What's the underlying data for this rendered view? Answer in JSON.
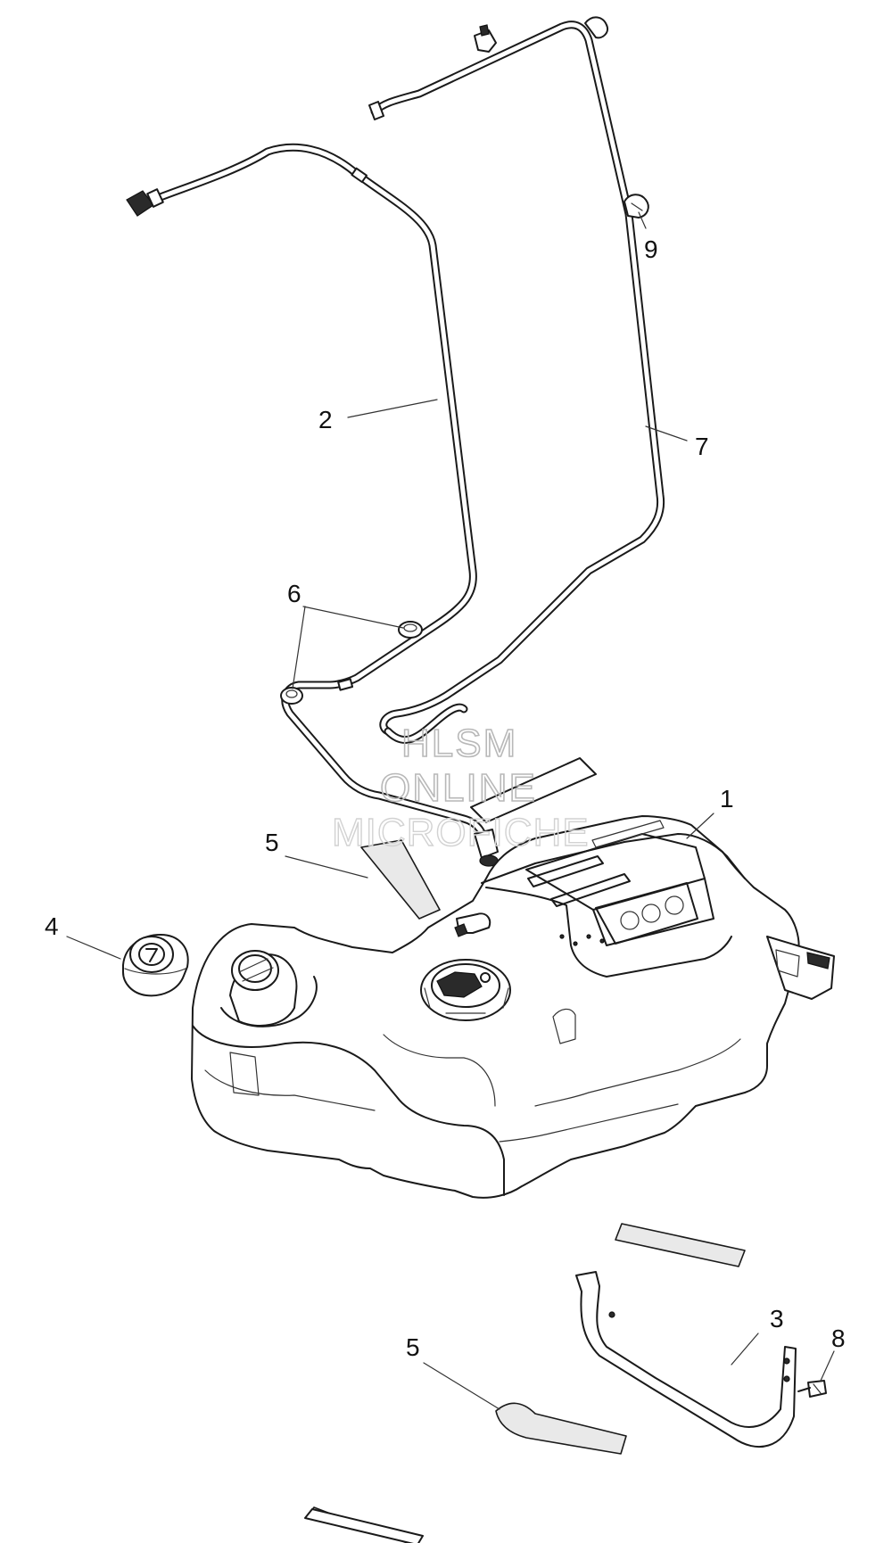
{
  "watermark": {
    "line1": "HLSM",
    "line2": "ONLINE",
    "line3": "MICROFICHE"
  },
  "callouts": {
    "c1": "1",
    "c2": "2",
    "c3": "3",
    "c4": "4",
    "c5a": "5",
    "c5b": "5",
    "c6": "6",
    "c7": "7",
    "c8": "8",
    "c9": "9"
  }
}
